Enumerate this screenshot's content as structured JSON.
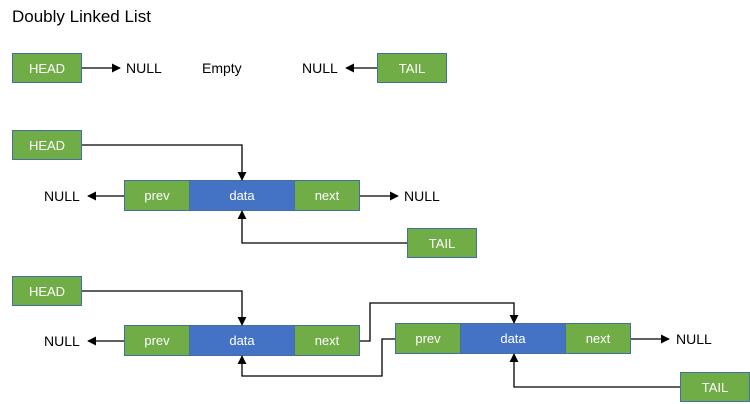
{
  "title": "Doubly Linked List",
  "empty": {
    "head": "HEAD",
    "head_null": "NULL",
    "empty_label": "Empty",
    "tail_null": "NULL",
    "tail": "TAIL"
  },
  "single": {
    "head": "HEAD",
    "prev": "prev",
    "data": "data",
    "next": "next",
    "left_null": "NULL",
    "right_null": "NULL",
    "tail": "TAIL"
  },
  "double": {
    "head": "HEAD",
    "left_null": "NULL",
    "node1": {
      "prev": "prev",
      "data": "data",
      "next": "next"
    },
    "node2": {
      "prev": "prev",
      "data": "data",
      "next": "next"
    },
    "right_null": "NULL",
    "tail": "TAIL"
  },
  "colors": {
    "pointer_box": "#70ad47",
    "data_box": "#4472c4",
    "border": "#41719c"
  }
}
